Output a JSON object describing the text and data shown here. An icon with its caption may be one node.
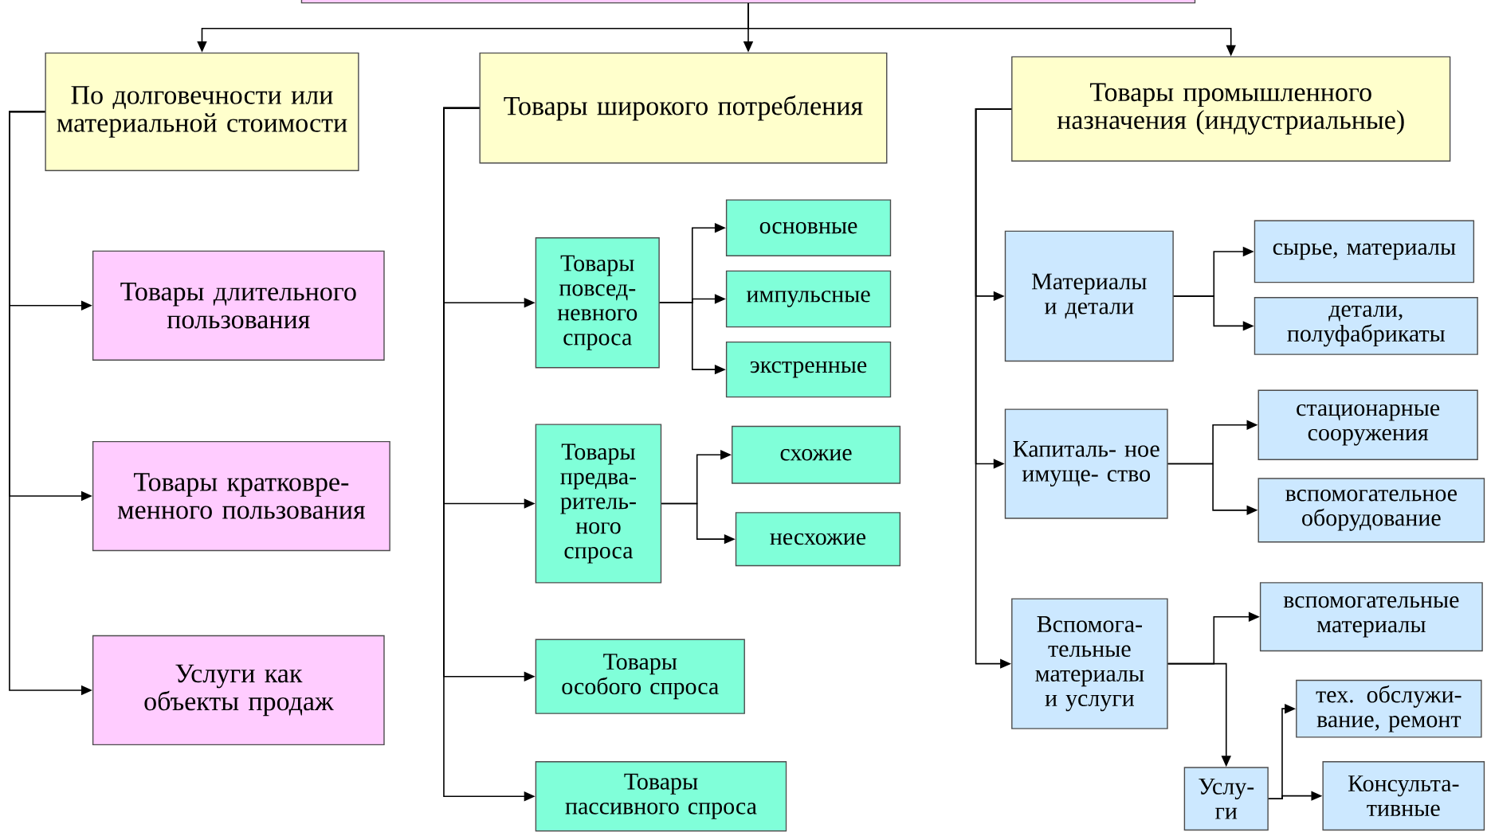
{
  "diagram": {
    "nodes": [
      {
        "text": [],
        "shape": "box"
      },
      {
        "text": [
          "По долговечности или материальной стоимости"
        ]
      },
      {
        "text": [
          "Товары длительного пользования"
        ]
      },
      {
        "text": [
          "Товары кратковре- менного пользования"
        ]
      },
      {
        "text": [
          "Услуги как объекты продаж"
        ]
      },
      {
        "text": [
          "Товары широкого потребления"
        ]
      },
      {
        "text": [
          "Товары повсед- невного спроса"
        ]
      },
      {
        "text": [
          "основные"
        ]
      },
      {
        "text": [
          "импульсные"
        ]
      },
      {
        "text": [
          "экстренные"
        ]
      },
      {
        "text": [
          "Товары предва- ритель- ного спроса"
        ]
      },
      {
        "text": [
          "схожие"
        ]
      },
      {
        "text": [
          "несхожие"
        ]
      },
      {
        "text": [
          "Товары особого спроса"
        ]
      },
      {
        "text": [
          "Товары пассивного спроса"
        ]
      },
      {
        "text": [
          "Товары промышленного назначения (индустриальные)"
        ]
      },
      {
        "text": [
          "Материалы и детали"
        ]
      },
      {
        "text": [
          "сырье, материалы"
        ]
      },
      {
        "text": [
          "детали, полуфабрикаты"
        ]
      },
      {
        "text": [
          "Капиталь- ное имуще- ство"
        ]
      },
      {
        "text": [
          "стационарные сооружения"
        ]
      },
      {
        "text": [
          "вспомогательное оборудование"
        ]
      },
      {
        "text": [
          "Вспомога- тельные материалы и услуги"
        ]
      },
      {
        "text": [
          "вспомогательные материалы"
        ]
      },
      {
        "text": [
          "Услу- ги"
        ]
      },
      {
        "text": [
          "тех. обслужи- вание, ремонт"
        ]
      },
      {
        "text": [
          "Консульта- тивные"
        ]
      }
    ],
    "edges": [
      {
        "from": 0,
        "to": 1,
        "arrow": "to"
      },
      {
        "from": 0,
        "to": 5,
        "arrow": "to"
      },
      {
        "from": 0,
        "to": 15,
        "arrow": "to"
      },
      {
        "from": 1,
        "to": 2,
        "arrow": "to"
      },
      {
        "from": 1,
        "to": 3,
        "arrow": "to"
      },
      {
        "from": 1,
        "to": 4,
        "arrow": "to"
      },
      {
        "from": 5,
        "to": 6,
        "arrow": "to"
      },
      {
        "from": 5,
        "to": 10,
        "arrow": "to"
      },
      {
        "from": 5,
        "to": 13,
        "arrow": "to"
      },
      {
        "from": 5,
        "to": 14,
        "arrow": "to"
      },
      {
        "from": 6,
        "to": 7,
        "arrow": "to"
      },
      {
        "from": 6,
        "to": 8,
        "arrow": "to"
      },
      {
        "from": 6,
        "to": 9,
        "arrow": "to"
      },
      {
        "from": 10,
        "to": 11,
        "arrow": "to"
      },
      {
        "from": 10,
        "to": 12,
        "arrow": "to"
      },
      {
        "from": 15,
        "to": 16,
        "arrow": "to"
      },
      {
        "from": 15,
        "to": 19,
        "arrow": "to"
      },
      {
        "from": 15,
        "to": 22,
        "arrow": "to"
      },
      {
        "from": 16,
        "to": 17,
        "arrow": "to"
      },
      {
        "from": 16,
        "to": 18,
        "arrow": "to"
      },
      {
        "from": 19,
        "to": 20,
        "arrow": "to"
      },
      {
        "from": 19,
        "to": 21,
        "arrow": "to"
      },
      {
        "from": 22,
        "to": 23,
        "arrow": "to"
      },
      {
        "from": 22,
        "to": 24,
        "arrow": "to"
      },
      {
        "from": 24,
        "to": 25,
        "arrow": "to"
      },
      {
        "from": 24,
        "to": 26,
        "arrow": "to"
      }
    ]
  }
}
